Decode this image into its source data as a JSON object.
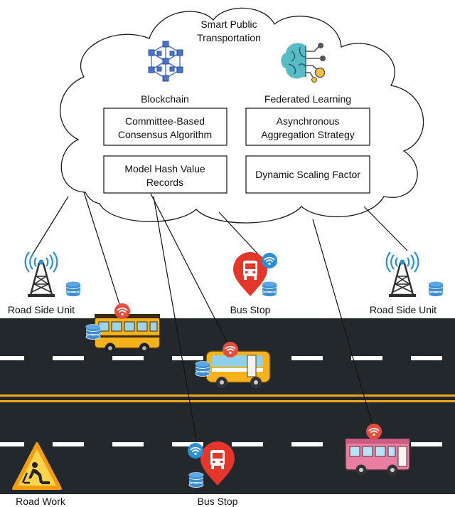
{
  "cloud": {
    "title_line1": "Smart Public",
    "title_line2": "Transportation",
    "blockchain": {
      "label": "Blockchain",
      "box1_line1": "Committee-Based",
      "box1_line2": "Consensus Algorithm",
      "box2_line1": "Model Hash Value",
      "box2_line2": "Records"
    },
    "federated": {
      "label": "Federated Learning",
      "box1_line1": "Asynchronous",
      "box1_line2": "Aggregation Strategy",
      "box2_line1": "Dynamic Scaling Factor"
    }
  },
  "infrastructure": {
    "rsu_left": "Road Side Unit",
    "bus_stop_top": "Bus Stop",
    "rsu_right": "Road Side Unit",
    "road_work": "Road Work",
    "bus_stop_bottom": "Bus Stop"
  },
  "colors": {
    "road": "#23282d",
    "lane_dash": "#ffffff",
    "center_line": "#f5a623",
    "wifi_red": "#e84c3d",
    "wifi_blue": "#2b8fd8",
    "database_blue": "#3d8fd1",
    "tower": "#2d2d2d",
    "bus_yellow": "#f5b21b",
    "bus_pink": "#e97ea0",
    "road_work_orange": "#f39c12",
    "pin_red": "#e5362b"
  },
  "icons": [
    "blockchain-network-icon",
    "brain-circuit-icon",
    "antenna-tower-icon",
    "database-icon",
    "wifi-icon",
    "location-pin-bus-icon",
    "road-work-sign-icon",
    "school-bus-icon",
    "city-bus-icon",
    "tram-icon"
  ]
}
